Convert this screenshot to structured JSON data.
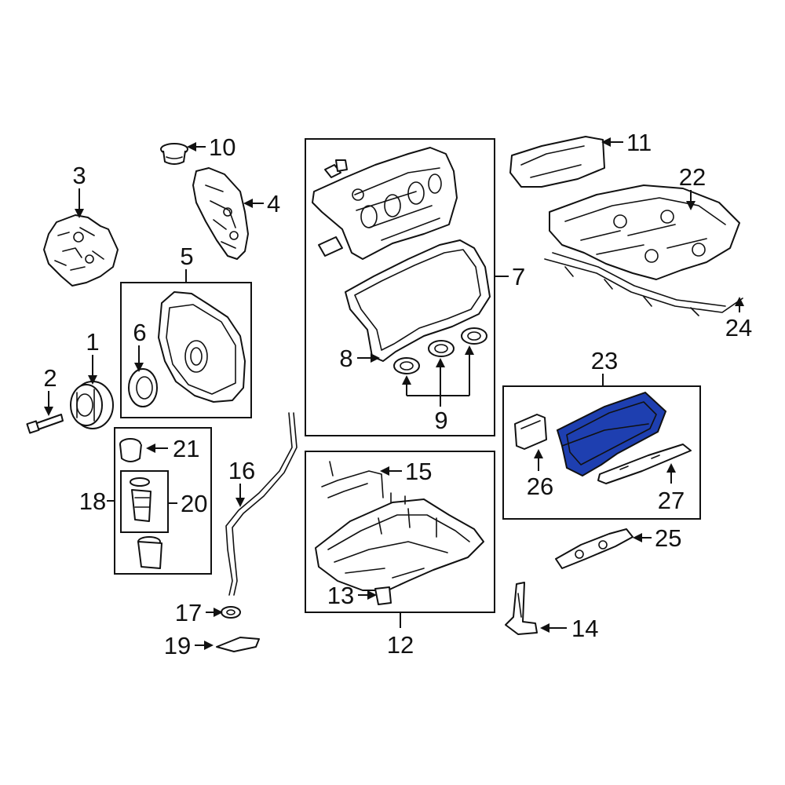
{
  "diagram": {
    "highlight_color": "#1e3fb0",
    "highlighted_part": "23",
    "callouts": {
      "p1": "1",
      "p2": "2",
      "p3": "3",
      "p4": "4",
      "p5": "5",
      "p6": "6",
      "p7": "7",
      "p8": "8",
      "p9": "9",
      "p10": "10",
      "p11": "11",
      "p12": "12",
      "p13": "13",
      "p14": "14",
      "p15": "15",
      "p16": "16",
      "p17": "17",
      "p18": "18",
      "p19": "19",
      "p20": "20",
      "p21": "21",
      "p22": "22",
      "p23": "23",
      "p24": "24",
      "p25": "25",
      "p26": "26",
      "p27": "27"
    }
  }
}
